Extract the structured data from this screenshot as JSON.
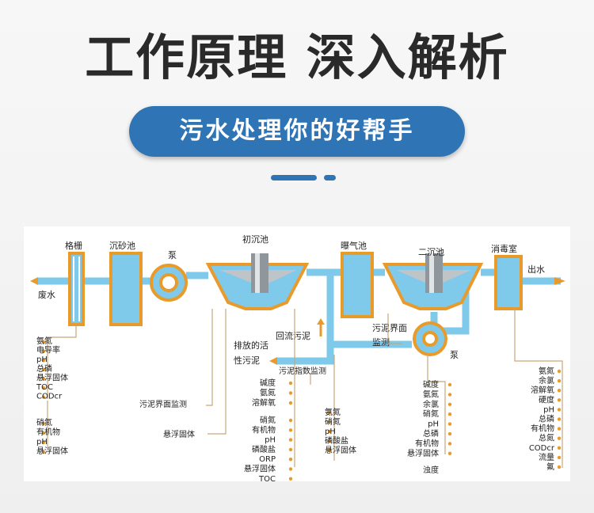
{
  "header": {
    "title": "工作原理 深入解析",
    "subtitle": "污水处理你的好帮手"
  },
  "diagram": {
    "units": {
      "grille": "格栅",
      "grit": "沉砂池",
      "pump1": "泵",
      "primary": "初沉池",
      "aeration": "曝气池",
      "secondary": "二沉池",
      "disinfection": "消毒室",
      "pump2": "泵"
    },
    "flows": {
      "inlet": "废水",
      "outlet": "出水",
      "return_sludge": "回流污泥",
      "discharge_line1": "排放的活",
      "discharge_line2": "性污泥",
      "sludge_interface": "污泥界面",
      "sludge_interface2": "监测"
    },
    "monitors": {
      "inlet_a": [
        "氨氮",
        "电导率",
        "pH",
        "总磷",
        "悬浮固体",
        "TOC",
        "CODcr"
      ],
      "inlet_b": [
        "硝氮",
        "有机物",
        "pH",
        "悬浮固体"
      ],
      "sludge_interface": "污泥界面监测",
      "suspended_solids": "悬浮固体",
      "sludge_index": "污泥指数监测",
      "primary_a": [
        "碱度",
        "氨氮",
        "溶解氧"
      ],
      "primary_b": [
        "硝氮",
        "有机物",
        "pH",
        "磷酸盐",
        "ORP",
        "悬浮固体",
        "TOC"
      ],
      "aeration": [
        "氨氮",
        "硝氮",
        "pH",
        "磷酸盐",
        "悬浮固体"
      ],
      "secondary": [
        "碱度",
        "氨氮",
        "余氯",
        "硝氮",
        "pH",
        "总磷",
        "有机物",
        "悬浮固体"
      ],
      "turbidity": "浊度",
      "outlet": [
        "氨氮",
        "余氯",
        "溶解氧",
        "硬度",
        "pH",
        "总磷",
        "有机物",
        "总氮",
        "CODcr",
        "流量",
        "氟"
      ]
    }
  }
}
